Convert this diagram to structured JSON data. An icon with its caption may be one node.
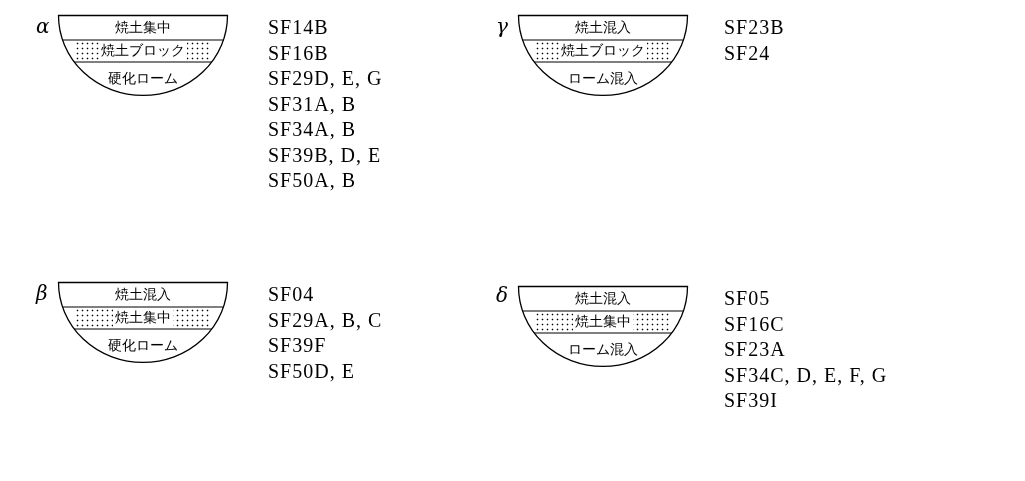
{
  "diagram": {
    "nodes": [
      {
        "text": [],
        "shape": "bowl",
        "beside": [
          "α",
          "SF14B",
          "SF16B",
          "SF29D, E, G",
          "SF31A, B",
          "SF34A, B",
          "SF39B, D, E",
          "SF50A, B"
        ]
      },
      {
        "text": [
          "焼土集中"
        ],
        "in": 0
      },
      {
        "text": [
          "焼土ブロック"
        ],
        "in": 0
      },
      {
        "text": [
          "硬化ローム"
        ],
        "in": 0
      },
      {
        "text": [],
        "shape": "bowl",
        "beside": [
          "γ",
          "SF23B",
          "SF24"
        ]
      },
      {
        "text": [
          "焼土混入"
        ],
        "in": 4
      },
      {
        "text": [
          "焼土ブロック"
        ],
        "in": 4
      },
      {
        "text": [
          "ローム混入"
        ],
        "in": 4
      },
      {
        "text": [],
        "shape": "bowl",
        "beside": [
          "β",
          "SF04",
          "SF29A, B, C",
          "SF39F",
          "SF50D, E"
        ]
      },
      {
        "text": [
          "焼土混入"
        ],
        "in": 8
      },
      {
        "text": [
          "焼土集中"
        ],
        "in": 8
      },
      {
        "text": [
          "硬化ローム"
        ],
        "in": 8
      },
      {
        "text": [],
        "shape": "bowl",
        "beside": [
          "δ",
          "SF05",
          "SF16C",
          "SF23A",
          "SF34C, D, E, F, G",
          "SF39I"
        ]
      },
      {
        "text": [
          "焼土混入"
        ],
        "in": 12
      },
      {
        "text": [
          "焼土集中"
        ],
        "in": 12
      },
      {
        "text": [
          "ローム混入"
        ],
        "in": 12
      }
    ]
  }
}
